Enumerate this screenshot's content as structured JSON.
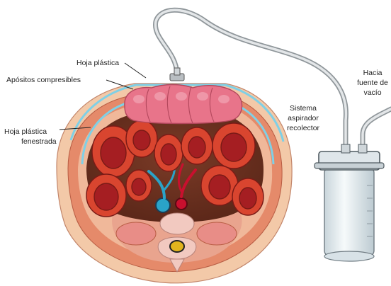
{
  "labels": {
    "hoja_plastica": "Hoja plástica",
    "apositos": "Apósitos compresibles",
    "fenestrada_1": "Hoja plástica",
    "fenestrada_2": "fenestrada",
    "sistema_1": "Sistema",
    "sistema_2": "aspirador",
    "sistema_3": "recolector",
    "vacio_1": "Hacia",
    "vacio_2": "fuente de",
    "vacio_3": "vacío"
  },
  "colors": {
    "skin": "#f3c9a8",
    "muscle": "#e58a6a",
    "bowel_wall": "#d9452f",
    "bowel_lumen": "#a51e22",
    "omentum": "#e8748a",
    "blue_sheet": "#7fd0e6",
    "vessel_blue": "#2aa3c8",
    "vessel_red": "#c8102e",
    "bone": "#f2c9c0",
    "canister": "#e6eef2",
    "tube": "#b9bec2"
  }
}
